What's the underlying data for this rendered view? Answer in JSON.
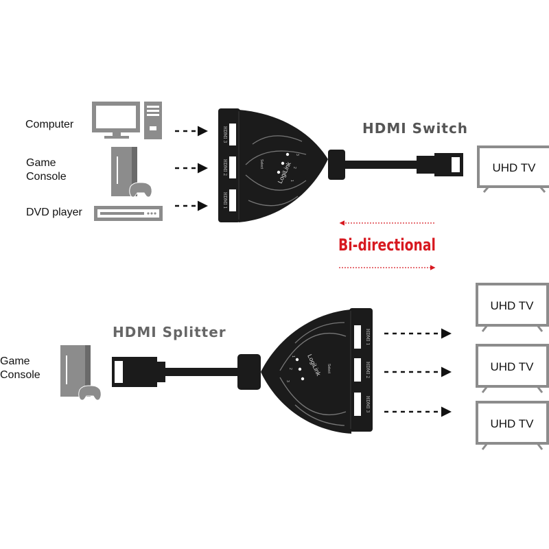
{
  "colors": {
    "accent": "#d71920",
    "device": "#1b1b1b",
    "gray": "#8c8c8c",
    "title": "#555555"
  },
  "top": {
    "title": "HDMI Switch",
    "sources": [
      "Computer",
      "Game\nConsole",
      "DVD player"
    ],
    "tv": "UHD TV",
    "ports": [
      "HDMI 3",
      "HDMI 2",
      "HDMI 1"
    ],
    "brand": "LogiLink",
    "select": "Select",
    "port_numbers": [
      "1",
      "2",
      "3"
    ]
  },
  "middle": {
    "label": "Bi-directional"
  },
  "bottom": {
    "title": "HDMI Splitter",
    "source": "Game\nConsole",
    "tvs": [
      "UHD TV",
      "UHD TV",
      "UHD TV"
    ],
    "ports": [
      "HDMI 1",
      "HDMI 2",
      "HDMI 3"
    ],
    "brand": "LogiLink",
    "select": "Select",
    "port_numbers": [
      "1",
      "2",
      "3"
    ]
  }
}
